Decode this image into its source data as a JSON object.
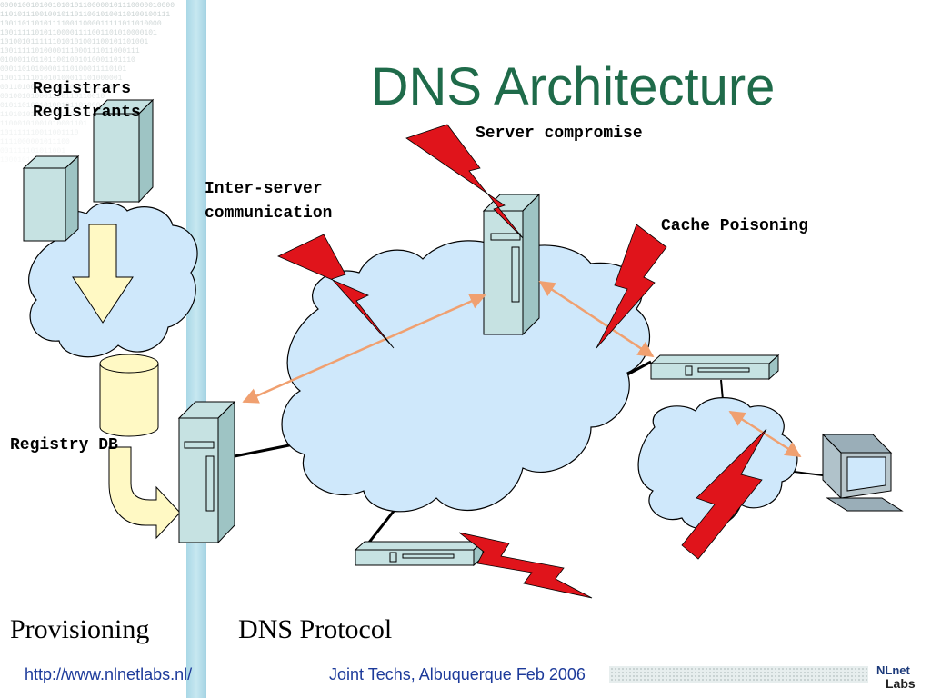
{
  "slide": {
    "title": "DNS Architecture",
    "colors": {
      "title": "#1f6b4a",
      "bolt": "#e0141b",
      "cloud": "#cfe8fb",
      "server": "#c6e2e2",
      "arrow": "#f0a070",
      "footer_text": "#1c3a9a"
    }
  },
  "labels": {
    "registrars": "Registrars",
    "registrants": "Registrants",
    "server_compromise": "Server compromise",
    "inter_server_line1": "Inter-server",
    "inter_server_line2": "communication",
    "cache_poisoning": "Cache Poisoning",
    "registry_db": "Registry DB",
    "provisioning": "Provisioning",
    "dns_protocol": "DNS Protocol"
  },
  "footer": {
    "url": "http://www.nlnetlabs.nl/",
    "event": "Joint Techs, Albuquerque Feb 2006",
    "logo_line1": "NLnet",
    "logo_line2": "Labs"
  },
  "decor": {
    "binary_lines": [
      "0000100101001010101100000101110000010000",
      "1101011100100101101100101001101001001110",
      "1001101101011110011000011111011010000110",
      "1001111101011000011110011010100001011101",
      "1010010111111010101001100101101001100101",
      "1001111101000011100011101100011111010011",
      "0100011011011001001010001101110100001001",
      "0001101010000111010001111010110010110000",
      "1001111101010100011101000001101101000110",
      "0011010010101001010101110000010011000101",
      "0010010100011001101100101011000011101111",
      "0101101001010010110100001111000010011101",
      "1101010100101011001011101011000100111000",
      "1100010100101000110110001010101110000110",
      "1011111100110011101110000010111001110100",
      "1111000001011100111001100000000011111001",
      "0011111010110010001101000010110011001011",
      "1000101011001111010010110010101010111110"
    ]
  }
}
